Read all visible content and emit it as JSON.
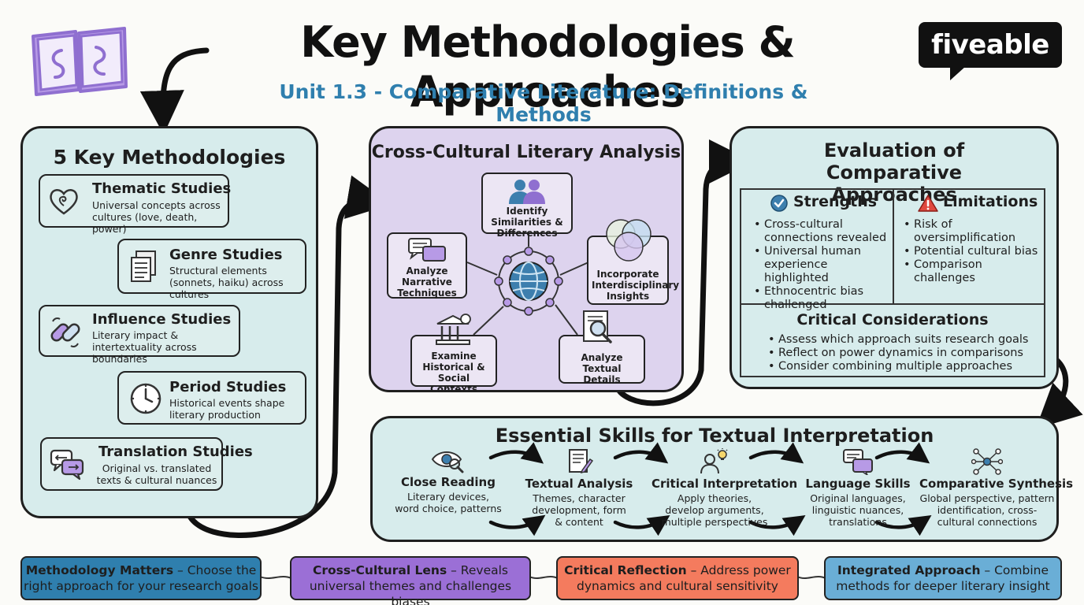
{
  "header": {
    "title": "Key Methodologies & Approaches",
    "subtitle": "Unit 1.3 - Comparative Literature: Definitions & Methods",
    "logo": "fiveable"
  },
  "methodologies": {
    "title": "5 Key Methodologies",
    "items": [
      {
        "title": "Thematic Studies",
        "desc": "Universal concepts across cultures (love, death, power)",
        "icon": "heart-spiral-icon"
      },
      {
        "title": "Genre Studies",
        "desc": "Structural elements (sonnets, haiku) across cultures",
        "icon": "documents-icon"
      },
      {
        "title": "Influence Studies",
        "desc": "Literary impact & intertextuality across boundaries",
        "icon": "chain-link-icon"
      },
      {
        "title": "Period Studies",
        "desc": "Historical events shape literary production",
        "icon": "clock-icon"
      },
      {
        "title": "Translation Studies",
        "desc": "Original vs. translated texts & cultural nuances",
        "icon": "speech-bubbles-icon"
      }
    ]
  },
  "cross": {
    "title": "Cross-Cultural Literary Analysis",
    "center_icon": "globe-network-icon",
    "nodes": [
      {
        "label": "Identify Similarities & Differences",
        "icon": "people-icon"
      },
      {
        "label": "Analyze Narrative Techniques",
        "icon": "chat-bubbles-icon"
      },
      {
        "label": "Incorporate Interdisciplinary Insights",
        "icon": "venn-diagram-icon"
      },
      {
        "label": "Examine Historical & Social Contexts",
        "icon": "museum-icon"
      },
      {
        "label": "Analyze Textual Details",
        "icon": "magnifier-document-icon"
      }
    ]
  },
  "evaluation": {
    "title": "Evaluation of Comparative Approaches",
    "strengths": {
      "title": "Strengths",
      "items": [
        "Cross-cultural connections revealed",
        "Universal human experience highlighted",
        "Ethnocentric bias challenged"
      ]
    },
    "limitations": {
      "title": "Limitations",
      "items": [
        "Risk of oversimplification",
        "Potential cultural bias",
        "Comparison challenges"
      ]
    },
    "critical": {
      "title": "Critical Considerations",
      "items": [
        "Assess which approach suits research goals",
        "Reflect on power dynamics in comparisons",
        "Consider combining multiple approaches"
      ]
    }
  },
  "skills": {
    "title": "Essential Skills for Textual Interpretation",
    "items": [
      {
        "title": "Close Reading",
        "desc": "Literary devices, word choice, patterns",
        "icon": "eye-magnifier-icon"
      },
      {
        "title": "Textual Analysis",
        "desc": "Themes, character development, form & content",
        "icon": "document-pen-icon"
      },
      {
        "title": "Critical Interpretation",
        "desc": "Apply theories, develop arguments, multiple perspectives",
        "icon": "person-lightbulb-icon"
      },
      {
        "title": "Language Skills",
        "desc": "Original languages, linguistic nuances, translations",
        "icon": "language-bubbles-icon"
      },
      {
        "title": "Comparative Synthesis",
        "desc": "Global perspective, pattern identification, cross-cultural connections",
        "icon": "network-nodes-icon"
      }
    ]
  },
  "footer": [
    {
      "bold": "Methodology Matters",
      "text": " – Choose the right approach for your research goals",
      "color": "#2f7fae"
    },
    {
      "bold": "Cross-Cultural Lens",
      "text": " – Reveals universal themes and challenges biases",
      "color": "#9b6fd6"
    },
    {
      "bold": "Critical Reflection",
      "text": " – Address power dynamics and cultural sensitivity",
      "color": "#f47b5e"
    },
    {
      "bold": "Integrated Approach",
      "text": " – Combine methods for deeper literary insight",
      "color": "#6aaed6"
    }
  ],
  "colors": {
    "teal_panel": "#d7ecec",
    "purple_panel": "#ddd3ee",
    "title_blue": "#2f7fae",
    "icon_purple": "#8f6fd0",
    "icon_blue": "#3d7fae",
    "warning_red": "#e0493f"
  }
}
